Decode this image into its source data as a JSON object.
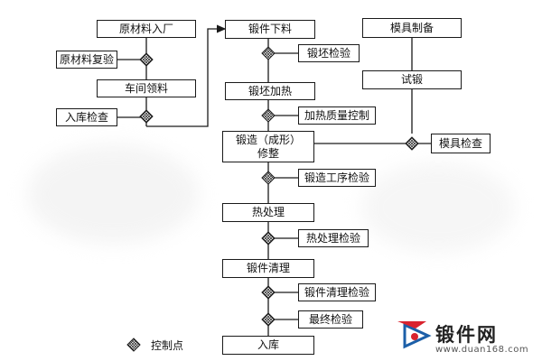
{
  "flowchart": {
    "left_column": {
      "raw_material_entry": "原材料入厂",
      "raw_material_recheck": "原材料复验",
      "workshop_requisition": "车间领料",
      "storage_inspection": "入库检查"
    },
    "main_column": {
      "forging_cutting": "锻件下料",
      "blank_inspection": "锻坯检验",
      "blank_heating": "锻坯加热",
      "heating_quality_control": "加热质量控制",
      "forging_trimming": "锻造（成形）\n修整",
      "forging_process_inspection": "锻造工序检验",
      "heat_treatment": "热处理",
      "heat_treatment_inspection": "热处理检验",
      "forging_cleaning": "锻件清理",
      "forging_cleaning_inspection": "锻件清理检验",
      "final_inspection": "最终检验",
      "warehousing": "入库"
    },
    "right_column": {
      "die_preparation": "模具制备",
      "trial_forging": "试锻",
      "die_inspection": "模具检查"
    }
  },
  "legend": {
    "control_point_label": "控制点",
    "icon": "diamond-grid-icon"
  },
  "branding": {
    "name": "锻件网",
    "url": "www.duan168.com",
    "logo_color_red": "#d9232e",
    "logo_color_blue": "#1c5fa8"
  },
  "colors": {
    "line": "#1a1a1a",
    "background": "#ffffff"
  }
}
